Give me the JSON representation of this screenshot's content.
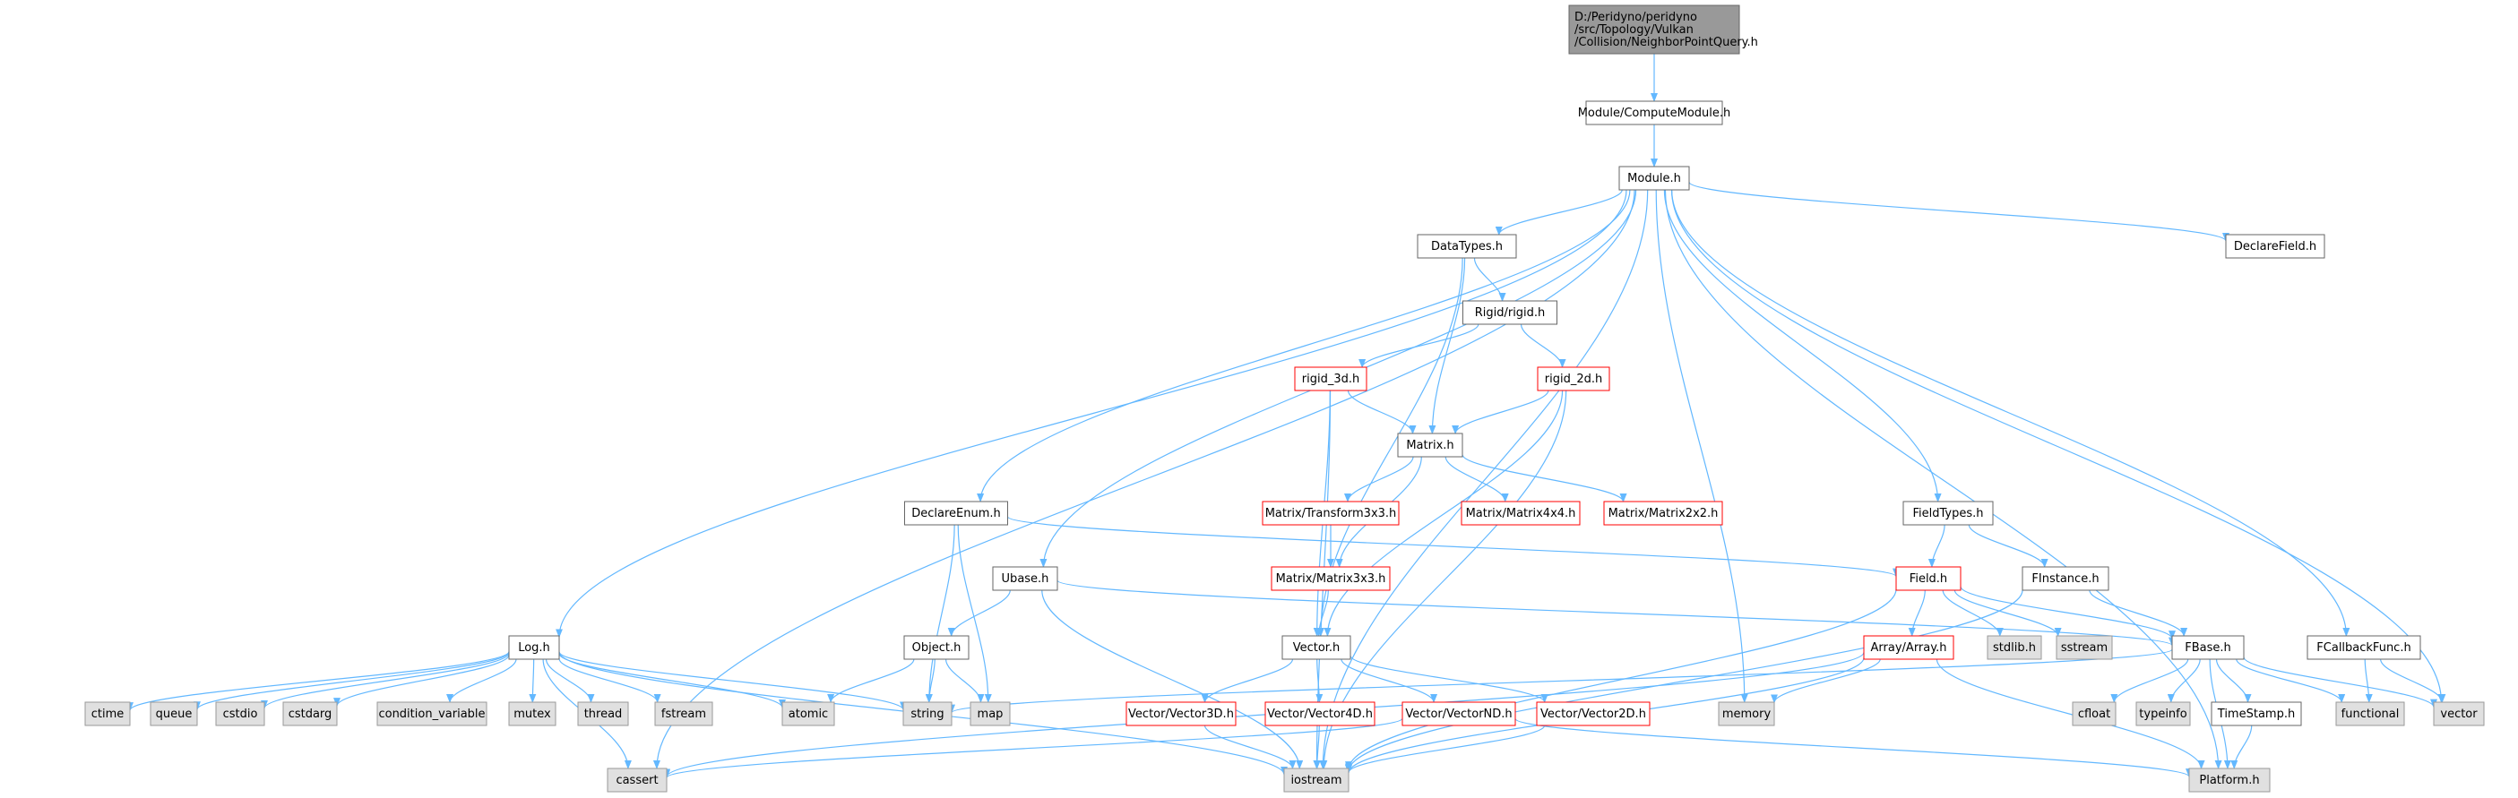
{
  "colors": {
    "edge": "#63b8ff",
    "root_fill": "#999999",
    "node_border": "#666666",
    "red_border": "#ff0000",
    "system_fill": "#e0e0e0",
    "system_border": "#999999",
    "text": "#000000"
  },
  "nodes": [
    {
      "id": "root",
      "lines": [
        "D:/Peridyno/peridyno",
        "/src/Topology/Vulkan",
        "/Collision/NeighborPointQuery.h"
      ],
      "kind": "root"
    },
    {
      "id": "compute_module",
      "lines": [
        "Module/ComputeModule.h"
      ],
      "kind": "normal"
    },
    {
      "id": "module",
      "lines": [
        "Module.h"
      ],
      "kind": "normal"
    },
    {
      "id": "datatypes",
      "lines": [
        "DataTypes.h"
      ],
      "kind": "normal"
    },
    {
      "id": "declarefield",
      "lines": [
        "DeclareField.h"
      ],
      "kind": "normal"
    },
    {
      "id": "rigid",
      "lines": [
        "Rigid/rigid.h"
      ],
      "kind": "normal"
    },
    {
      "id": "rigid3d",
      "lines": [
        "rigid_3d.h"
      ],
      "kind": "red"
    },
    {
      "id": "rigid2d",
      "lines": [
        "rigid_2d.h"
      ],
      "kind": "red"
    },
    {
      "id": "matrix",
      "lines": [
        "Matrix.h"
      ],
      "kind": "normal"
    },
    {
      "id": "transform3x3",
      "lines": [
        "Matrix/Transform3x3.h"
      ],
      "kind": "red"
    },
    {
      "id": "matrix4x4",
      "lines": [
        "Matrix/Matrix4x4.h"
      ],
      "kind": "red"
    },
    {
      "id": "matrix2x2",
      "lines": [
        "Matrix/Matrix2x2.h"
      ],
      "kind": "red"
    },
    {
      "id": "matrix3x3",
      "lines": [
        "Matrix/Matrix3x3.h"
      ],
      "kind": "red"
    },
    {
      "id": "declareenum",
      "lines": [
        "DeclareEnum.h"
      ],
      "kind": "normal"
    },
    {
      "id": "fieldtypes",
      "lines": [
        "FieldTypes.h"
      ],
      "kind": "normal"
    },
    {
      "id": "ubase",
      "lines": [
        "Ubase.h"
      ],
      "kind": "normal"
    },
    {
      "id": "field",
      "lines": [
        "Field.h"
      ],
      "kind": "red"
    },
    {
      "id": "finstance",
      "lines": [
        "FInstance.h"
      ],
      "kind": "normal"
    },
    {
      "id": "log",
      "lines": [
        "Log.h"
      ],
      "kind": "normal"
    },
    {
      "id": "object",
      "lines": [
        "Object.h"
      ],
      "kind": "normal"
    },
    {
      "id": "vector",
      "lines": [
        "Vector.h"
      ],
      "kind": "normal"
    },
    {
      "id": "arrayarray",
      "lines": [
        "Array/Array.h"
      ],
      "kind": "red"
    },
    {
      "id": "stdlib",
      "lines": [
        "stdlib.h"
      ],
      "kind": "system"
    },
    {
      "id": "sstream",
      "lines": [
        "sstream"
      ],
      "kind": "system"
    },
    {
      "id": "fbase",
      "lines": [
        "FBase.h"
      ],
      "kind": "normal"
    },
    {
      "id": "fcallbackfunc",
      "lines": [
        "FCallbackFunc.h"
      ],
      "kind": "normal"
    },
    {
      "id": "ctime",
      "lines": [
        "ctime"
      ],
      "kind": "system"
    },
    {
      "id": "queue",
      "lines": [
        "queue"
      ],
      "kind": "system"
    },
    {
      "id": "cstdio",
      "lines": [
        "cstdio"
      ],
      "kind": "system"
    },
    {
      "id": "cstdarg",
      "lines": [
        "cstdarg"
      ],
      "kind": "system"
    },
    {
      "id": "condvar",
      "lines": [
        "condition_variable"
      ],
      "kind": "system"
    },
    {
      "id": "mutex",
      "lines": [
        "mutex"
      ],
      "kind": "system"
    },
    {
      "id": "thread",
      "lines": [
        "thread"
      ],
      "kind": "system"
    },
    {
      "id": "fstream",
      "lines": [
        "fstream"
      ],
      "kind": "system"
    },
    {
      "id": "atomic",
      "lines": [
        "atomic"
      ],
      "kind": "system"
    },
    {
      "id": "string",
      "lines": [
        "string"
      ],
      "kind": "system"
    },
    {
      "id": "map",
      "lines": [
        "map"
      ],
      "kind": "system"
    },
    {
      "id": "vector3d",
      "lines": [
        "Vector/Vector3D.h"
      ],
      "kind": "red"
    },
    {
      "id": "vector4d",
      "lines": [
        "Vector/Vector4D.h"
      ],
      "kind": "red"
    },
    {
      "id": "vectornd",
      "lines": [
        "Vector/VectorND.h"
      ],
      "kind": "red"
    },
    {
      "id": "vector2d",
      "lines": [
        "Vector/Vector2D.h"
      ],
      "kind": "red"
    },
    {
      "id": "memory",
      "lines": [
        "memory"
      ],
      "kind": "system"
    },
    {
      "id": "cfloat",
      "lines": [
        "cfloat"
      ],
      "kind": "system"
    },
    {
      "id": "typeinfo",
      "lines": [
        "typeinfo"
      ],
      "kind": "system"
    },
    {
      "id": "timestamp",
      "lines": [
        "TimeStamp.h"
      ],
      "kind": "normal"
    },
    {
      "id": "functional",
      "lines": [
        "functional"
      ],
      "kind": "system"
    },
    {
      "id": "vectorstd",
      "lines": [
        "vector"
      ],
      "kind": "system"
    },
    {
      "id": "cassert",
      "lines": [
        "cassert"
      ],
      "kind": "system"
    },
    {
      "id": "iostream",
      "lines": [
        "iostream"
      ],
      "kind": "system"
    },
    {
      "id": "platform",
      "lines": [
        "Platform.h"
      ],
      "kind": "system"
    }
  ],
  "edges": [
    [
      "root",
      "compute_module"
    ],
    [
      "compute_module",
      "module"
    ],
    [
      "module",
      "datatypes"
    ],
    [
      "module",
      "declarefield"
    ],
    [
      "module",
      "declareenum"
    ],
    [
      "module",
      "ubase"
    ],
    [
      "module",
      "log"
    ],
    [
      "module",
      "fieldtypes"
    ],
    [
      "module",
      "fcallbackfunc"
    ],
    [
      "module",
      "memory"
    ],
    [
      "module",
      "vectorstd"
    ],
    [
      "module",
      "iostream"
    ],
    [
      "module",
      "cassert"
    ],
    [
      "module",
      "platform"
    ],
    [
      "datatypes",
      "rigid"
    ],
    [
      "datatypes",
      "matrix"
    ],
    [
      "datatypes",
      "vector"
    ],
    [
      "rigid",
      "rigid3d"
    ],
    [
      "rigid",
      "rigid2d"
    ],
    [
      "rigid3d",
      "matrix"
    ],
    [
      "rigid3d",
      "vector"
    ],
    [
      "rigid3d",
      "iostream"
    ],
    [
      "rigid2d",
      "matrix"
    ],
    [
      "rigid2d",
      "vector"
    ],
    [
      "rigid2d",
      "iostream"
    ],
    [
      "matrix",
      "transform3x3"
    ],
    [
      "matrix",
      "matrix4x4"
    ],
    [
      "matrix",
      "matrix2x2"
    ],
    [
      "matrix",
      "matrix3x3"
    ],
    [
      "transform3x3",
      "matrix3x3"
    ],
    [
      "matrix3x3",
      "vector"
    ],
    [
      "declareenum",
      "field"
    ],
    [
      "declareenum",
      "string"
    ],
    [
      "declareenum",
      "map"
    ],
    [
      "fieldtypes",
      "field"
    ],
    [
      "fieldtypes",
      "finstance"
    ],
    [
      "ubase",
      "object"
    ],
    [
      "ubase",
      "fbase"
    ],
    [
      "ubase",
      "iostream"
    ],
    [
      "object",
      "atomic"
    ],
    [
      "object",
      "string"
    ],
    [
      "object",
      "map"
    ],
    [
      "field",
      "arrayarray"
    ],
    [
      "field",
      "stdlib"
    ],
    [
      "field",
      "sstream"
    ],
    [
      "field",
      "fbase"
    ],
    [
      "field",
      "iostream"
    ],
    [
      "finstance",
      "fbase"
    ],
    [
      "finstance",
      "iostream"
    ],
    [
      "log",
      "ctime"
    ],
    [
      "log",
      "queue"
    ],
    [
      "log",
      "cstdio"
    ],
    [
      "log",
      "cstdarg"
    ],
    [
      "log",
      "condvar"
    ],
    [
      "log",
      "mutex"
    ],
    [
      "log",
      "thread"
    ],
    [
      "log",
      "fstream"
    ],
    [
      "log",
      "atomic"
    ],
    [
      "log",
      "string"
    ],
    [
      "log",
      "iostream"
    ],
    [
      "log",
      "cassert"
    ],
    [
      "vector",
      "vector3d"
    ],
    [
      "vector",
      "vector4d"
    ],
    [
      "vector",
      "vectornd"
    ],
    [
      "vector",
      "vector2d"
    ],
    [
      "vector3d",
      "iostream"
    ],
    [
      "vector4d",
      "iostream"
    ],
    [
      "vectornd",
      "cassert"
    ],
    [
      "vectornd",
      "platform"
    ],
    [
      "vector2d",
      "iostream"
    ],
    [
      "arrayarray",
      "memory"
    ],
    [
      "arrayarray",
      "iostream"
    ],
    [
      "arrayarray",
      "cassert"
    ],
    [
      "arrayarray",
      "platform"
    ],
    [
      "fbase",
      "string"
    ],
    [
      "fbase",
      "cfloat"
    ],
    [
      "fbase",
      "typeinfo"
    ],
    [
      "fbase",
      "timestamp"
    ],
    [
      "fbase",
      "functional"
    ],
    [
      "fbase",
      "platform"
    ],
    [
      "fbase",
      "vectorstd"
    ],
    [
      "timestamp",
      "platform"
    ],
    [
      "fcallbackfunc",
      "functional"
    ],
    [
      "fcallbackfunc",
      "vectorstd"
    ]
  ]
}
